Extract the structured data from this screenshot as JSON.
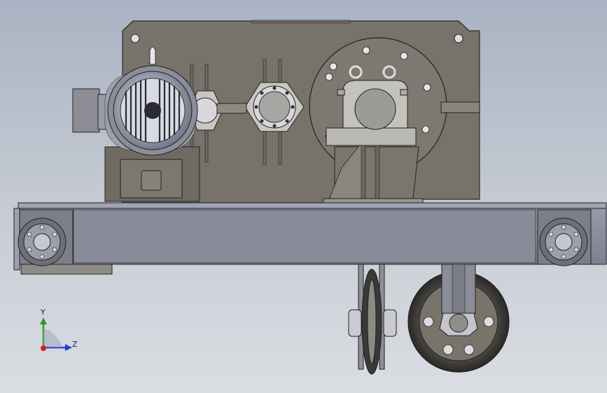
{
  "view": {
    "background_top": "#a9b3c3",
    "background_bottom": "#dadde2",
    "model_fill": "#7a7568",
    "frame_fill": "#8c8e9c"
  },
  "triad": {
    "y_label": "Y",
    "z_label": "Z",
    "y_color": "#2a9a2a",
    "z_color": "#2a3ad0",
    "x_color": "#d02020"
  },
  "model": {
    "parts": [
      "gearbox-housing",
      "motor",
      "bearing-block",
      "bridge-frame",
      "wheel-left",
      "wheel-right",
      "rope-sheave",
      "travel-wheel"
    ]
  }
}
